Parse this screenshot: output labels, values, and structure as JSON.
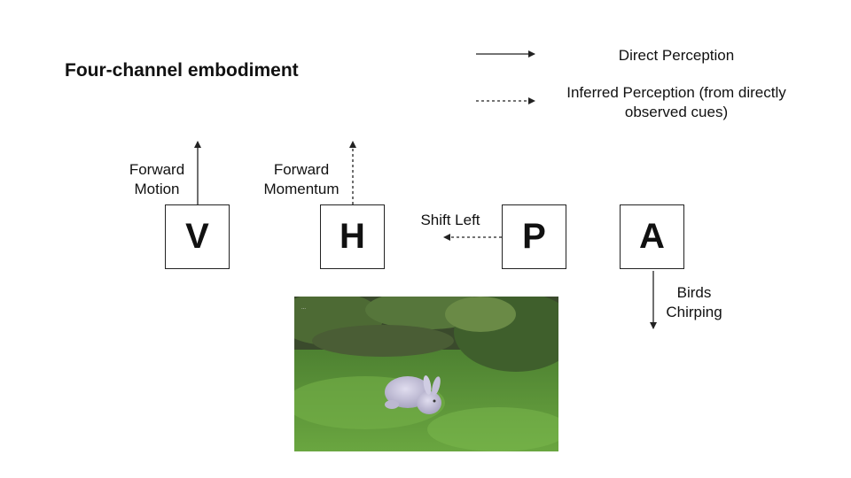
{
  "title": "Four-channel embodiment",
  "legend": {
    "direct": "Direct Perception",
    "inferred_line1": "Inferred Perception (from directly",
    "inferred_line2": "observed cues)"
  },
  "channels": [
    {
      "letter": "V",
      "label_line1": "Forward",
      "label_line2": "Motion"
    },
    {
      "letter": "H",
      "label_line1": "Forward",
      "label_line2": "Momentum"
    },
    {
      "letter": "P",
      "label_line1": "Shift Left",
      "label_line2": ""
    },
    {
      "letter": "A",
      "label_line1": "Birds",
      "label_line2": "Chirping"
    }
  ],
  "image": {
    "watermark": "..."
  },
  "colors": {
    "line": "#222222",
    "grass": "#5e9a3a",
    "bunny": "#c9c6dc"
  }
}
